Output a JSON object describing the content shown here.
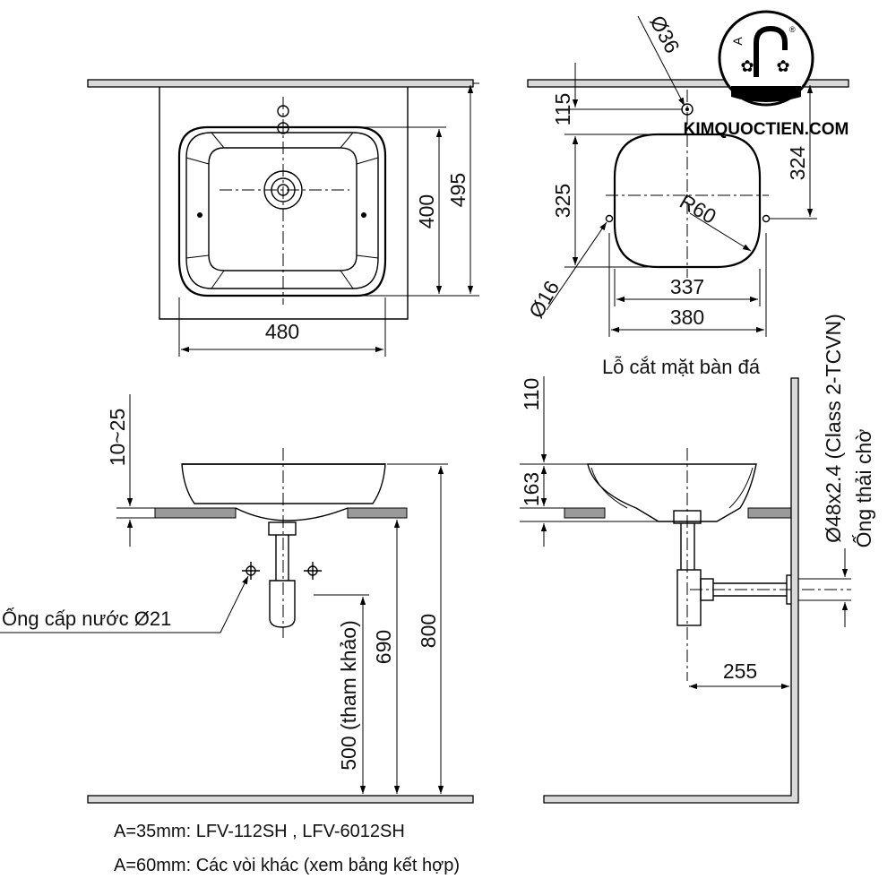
{
  "brand": {
    "name": "KIMQUOCTIEN.COM",
    "logo_letter": "A",
    "registered": "®"
  },
  "top_view": {
    "width": "480",
    "depth_inner": "400",
    "depth_outer": "495"
  },
  "cutout_view": {
    "hole_diameter": "Ø36",
    "offset_top": "115",
    "offset_side": "324",
    "depth": "325",
    "radius": "R60",
    "fixing_hole": "Ø16",
    "inner_width": "337",
    "outer_width": "380",
    "caption": "Lỗ cắt mặt bàn đá"
  },
  "front_view": {
    "counter_thickness": "10~25",
    "supply_pipe": "Ống cấp nước Ø21",
    "reference_height": "500 (tham khảo)",
    "height_690": "690",
    "height_800": "800"
  },
  "side_view": {
    "rim_to_counter": "110",
    "basin_height": "163",
    "drain_pipe_spec": "Ø48x2.4 (Class 2-TCVN)",
    "drain_pipe_label": "Ống thải chờ",
    "drain_offset": "255"
  },
  "notes": [
    "A=35mm: LFV-112SH , LFV-6012SH",
    "A=60mm: Các vòi khác (xem bảng kết hợp)"
  ]
}
